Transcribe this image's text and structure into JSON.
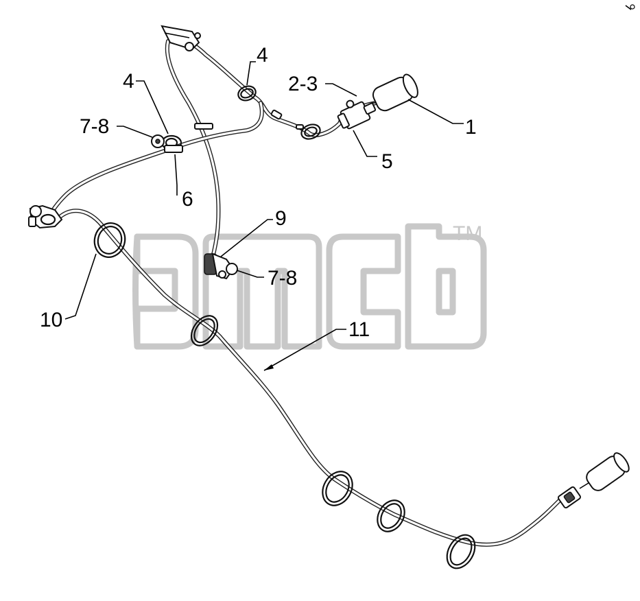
{
  "diagram": {
    "watermark": {
      "brand": "эmcb",
      "trademark": "TM"
    },
    "callouts": [
      {
        "id": "c1",
        "label": "1"
      },
      {
        "id": "c23",
        "label": "2-3"
      },
      {
        "id": "c4a",
        "label": "4"
      },
      {
        "id": "c4b",
        "label": "4"
      },
      {
        "id": "c5",
        "label": "5"
      },
      {
        "id": "c6",
        "label": "6"
      },
      {
        "id": "c78a",
        "label": "7-8"
      },
      {
        "id": "c78b",
        "label": "7-8"
      },
      {
        "id": "c9",
        "label": "9"
      },
      {
        "id": "c10",
        "label": "10"
      },
      {
        "id": "c11",
        "label": "11"
      }
    ],
    "line_color": "#111111",
    "watermark_color": "#c8c8c8"
  }
}
